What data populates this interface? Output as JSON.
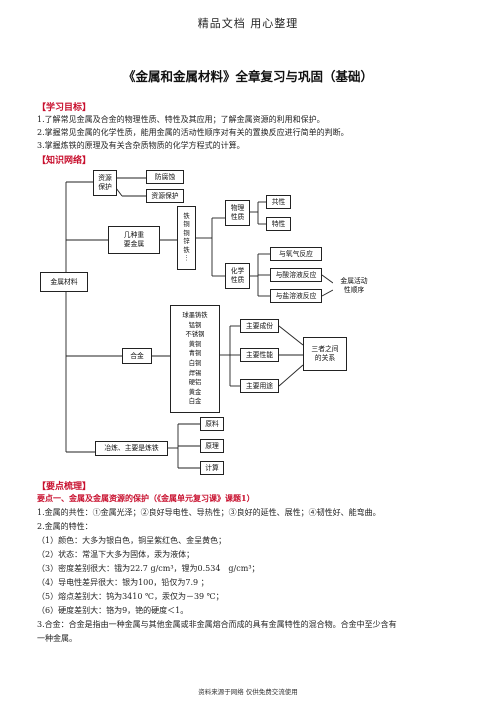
{
  "page_header": "精品文档 用心整理",
  "title": "《金属和金属材料》全章复习与巩固（基础）",
  "learning_goals": {
    "heading": "【学习目标】",
    "items": [
      "1.了解常见金属及合金的物理性质、特性及其应用；了解金属资源的利用和保护。",
      "2.掌握常见金属的化学性质，能用金属的活动性顺序对有关的置换反应进行简单的判断。",
      "3.掌握炼铁的原理及有关含杂质物质的化学方程式的计算。"
    ]
  },
  "knowledge_network": {
    "heading": "【知识网络】",
    "root": "金属材料",
    "resource": "资源\n保护",
    "rust": "防腐蚀",
    "resource_protect": "资源保护",
    "common_metals": "几种重\n要金属",
    "metal_list": "铁\n铜\n铜\n锌\n铁\n︙",
    "physical": "物理\n性质",
    "commonality": "共性",
    "characteristic": "特性",
    "chemical": "化学\n性质",
    "with_oxygen": "与氧气反应",
    "with_salt": "与酸溶液反应",
    "with_salt2": "与盐溶液反应",
    "activity": "金属活动\n性顺序",
    "alloy": "合金",
    "alloy_list": "球墨铸铁\n锰钢\n不锈钢\n黄铜\n青铜\n白铜\n焊锡\n硬铝\n黄金\n白金",
    "composition": "主要成份",
    "property": "主要性能",
    "usage": "主要用途",
    "relation": "三者之间\n的关系",
    "smelting": "冶炼、主要是炼铁",
    "raw": "原料",
    "principle": "原理",
    "calc": "计算"
  },
  "key_points": {
    "heading": "【要点梳理】",
    "point1": "要点一、金属及金属资源的保护（《金属单元复习课》课题1）",
    "lines": [
      "1.金属的共性：①金属光泽；②良好导电性、导热性；③良好的延性、展性；④韧性好、能弯曲。",
      "2.金属的特性：",
      "（1）颜色：大多为银白色，铜呈紫红色、金呈黄色；",
      "（2）状态：常温下大多为固体，汞为液体；",
      "（3）密度差别很大：锇为22.7 g/cm³，锂为0.534　g/cm³；",
      "（4）导电性差异很大：银为100，铅仅为7.9 ；",
      "（5）熔点差别大：钨为3410 ℃，汞仅为－39 ℃；",
      "（6）硬度差别大：铬为9，铯的硬度＜1。",
      "3.合金：合金是指由一种金属与其他金属或非金属熔合而成的具有金属特性的混合物。合金中至少含有",
      "一种金属。"
    ]
  },
  "footer": "资料来源于网络 仅供免费交流使用"
}
